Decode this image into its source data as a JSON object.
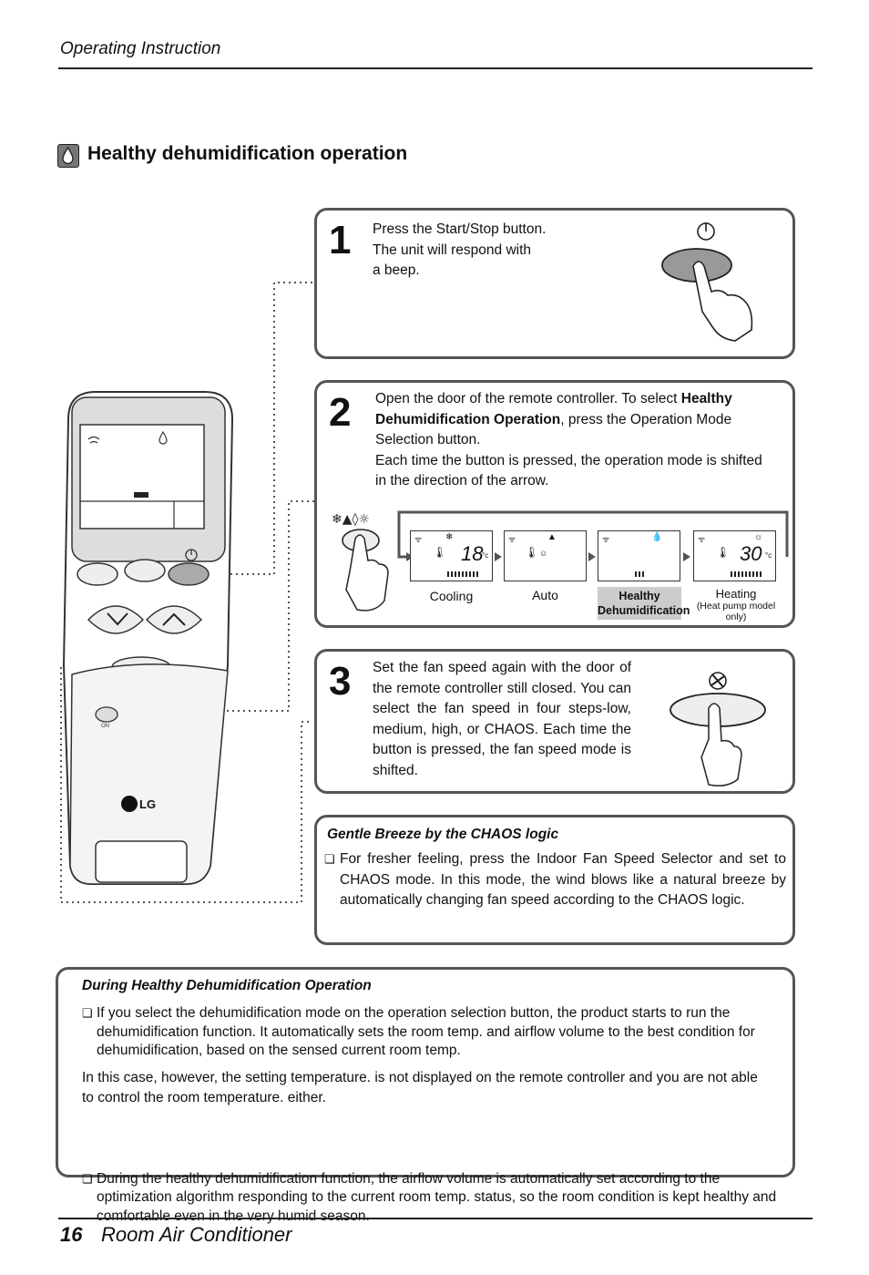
{
  "header": {
    "section": "Operating Instruction"
  },
  "section": {
    "title": "Healthy dehumidification operation",
    "icon": "water-drop-icon"
  },
  "step1": {
    "number": "1",
    "lines": [
      "Press the Start/Stop button.",
      "The unit will respond with",
      "a beep."
    ]
  },
  "step2": {
    "number": "2",
    "text_a": "Open the door of the remote controller. To select ",
    "text_b": "Healthy Dehumidification Operation",
    "text_c": ", press the Operation Mode Selection button.",
    "text_d": "Each time the button is pressed, the operation mode is shifted in the direction of the arrow.",
    "modes": [
      {
        "label": "Cooling",
        "temp": "18",
        "unit": "°c"
      },
      {
        "label": "Auto"
      },
      {
        "label_line1": "Healthy",
        "label_line2": "Dehumidification"
      },
      {
        "label": "Heating",
        "sublabel": "(Heat pump model only)",
        "temp": "30",
        "unit": "°c"
      }
    ]
  },
  "step3": {
    "number": "3",
    "text": "Set the fan speed again with the door of the remote controller still closed. You can select the fan speed in four steps-low, medium, high, or CHAOS. Each time the button is pressed, the fan speed mode is shifted."
  },
  "chaos": {
    "title": "Gentle Breeze by the CHAOS logic",
    "text": "For fresher feeling, press the Indoor Fan Speed Selector and set to CHAOS mode. In this mode, the wind blows like a natural breeze by automatically changing fan speed according to the CHAOS logic."
  },
  "during": {
    "title": "During Healthy Dehumidification Operation",
    "bullet1": "If you select the dehumidification mode on the operation selection button, the product starts to run the dehumidification function. It automatically sets the room temp. and airflow volume to the best condition for dehumidification, based on the sensed current room temp.",
    "para": "In this case, however, the setting temperature. is not displayed on the remote controller and you are not able to control the room temperature. either.",
    "bullet2": "During the healthy dehumidification function, the airflow volume is automatically set according to the optimization algorithm responding to the current room temp. status, so the room condition is kept healthy and comfortable even in the very humid season."
  },
  "remote": {
    "brand": "LG",
    "door_label": "ON"
  },
  "footer": {
    "page": "16",
    "title": "Room Air Conditioner"
  }
}
